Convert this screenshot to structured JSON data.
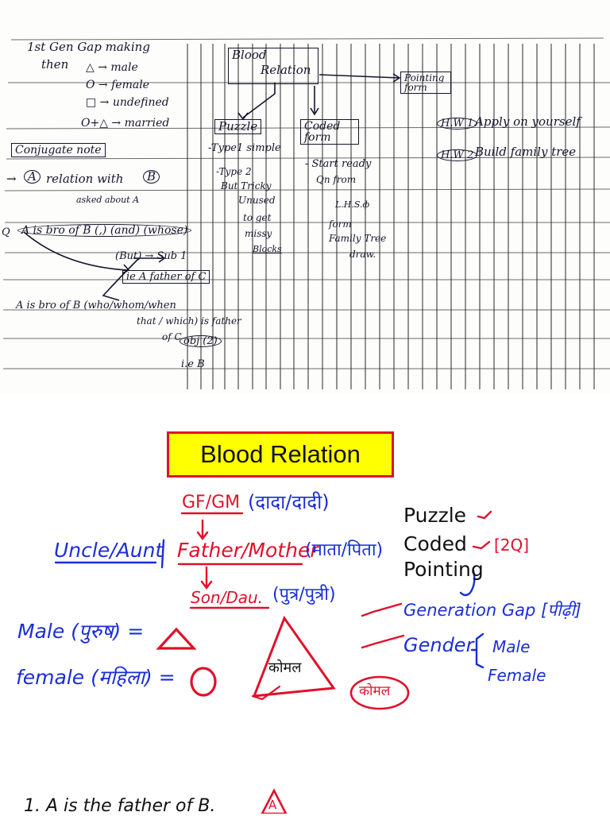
{
  "notes": {
    "star_lines": [
      "1st Gen Gap making",
      "then"
    ],
    "symbols": [
      "△ → male",
      "O → female",
      "□ → undefined",
      "O+△ → married"
    ],
    "center_title": "Blood",
    "center_title2": "Relation",
    "pointing_form": "Pointing form",
    "puzzle_box": "Puzzle",
    "puzzle_type1": "-Type1 simple",
    "puzzle_type2": [
      "-Type 2",
      "But Tricky",
      "Unused",
      "to get",
      "missy",
      "Blocks"
    ],
    "coded_box": "Coded form",
    "coded_text": [
      "- Start ready",
      "Qn from",
      "L.H.S.ф",
      "form",
      "Family Tree",
      "draw."
    ],
    "hw1": "H.W 1",
    "hw1_text": "Apply on yourself",
    "hw2": "H.W 2",
    "hw2_text": "Build family tree",
    "conjugate": "Conjugate note",
    "arrow_a": "→",
    "relation_a": "A",
    "relation_text": "relation with",
    "relation_b": "B",
    "asked_about": "asked about A",
    "q_mark": "Q",
    "abro_line": "A is bro of B (,) (and) (whose)",
    "but_line": "(But) → Sub 1",
    "ie_line": "ie   A   father of C",
    "abro2": "A is bro of B (who/whom/when",
    "abro2b": "that / which) is father",
    "ofc": "of C",
    "obj": "obj (2)",
    "ieb": "i.e B"
  },
  "slide": {
    "title": "Blood Relation",
    "gf_gm": "GF/GM",
    "gf_gm_hi": "(दादा/दादी)",
    "uncle_aunt": "Uncle/Aunt",
    "father_mother": "Father/Mother",
    "father_mother_hi": "(माता/पिता)",
    "son_dau": "Son/Dau.",
    "son_dau_hi": "(पुत्र/पुत्री)",
    "puzzle": "Puzzle",
    "coded": "Coded",
    "coded_q": "[2Q]",
    "pointing": "Pointing",
    "gen_gap": "Generation Gap [पीढ़ी]",
    "gender": "Gender",
    "gender_male": "Male",
    "gender_female": "Female",
    "male_label": "Male (पुरुष) =",
    "female_label": "female (महिला) =",
    "komal": "कोमल",
    "komal2": "कोमल",
    "example": "1. A is the father of B.",
    "example_tri": "A"
  },
  "colors": {
    "red": "#e0102a",
    "blue": "#1a2ed8",
    "yellow": "#ffff00"
  }
}
